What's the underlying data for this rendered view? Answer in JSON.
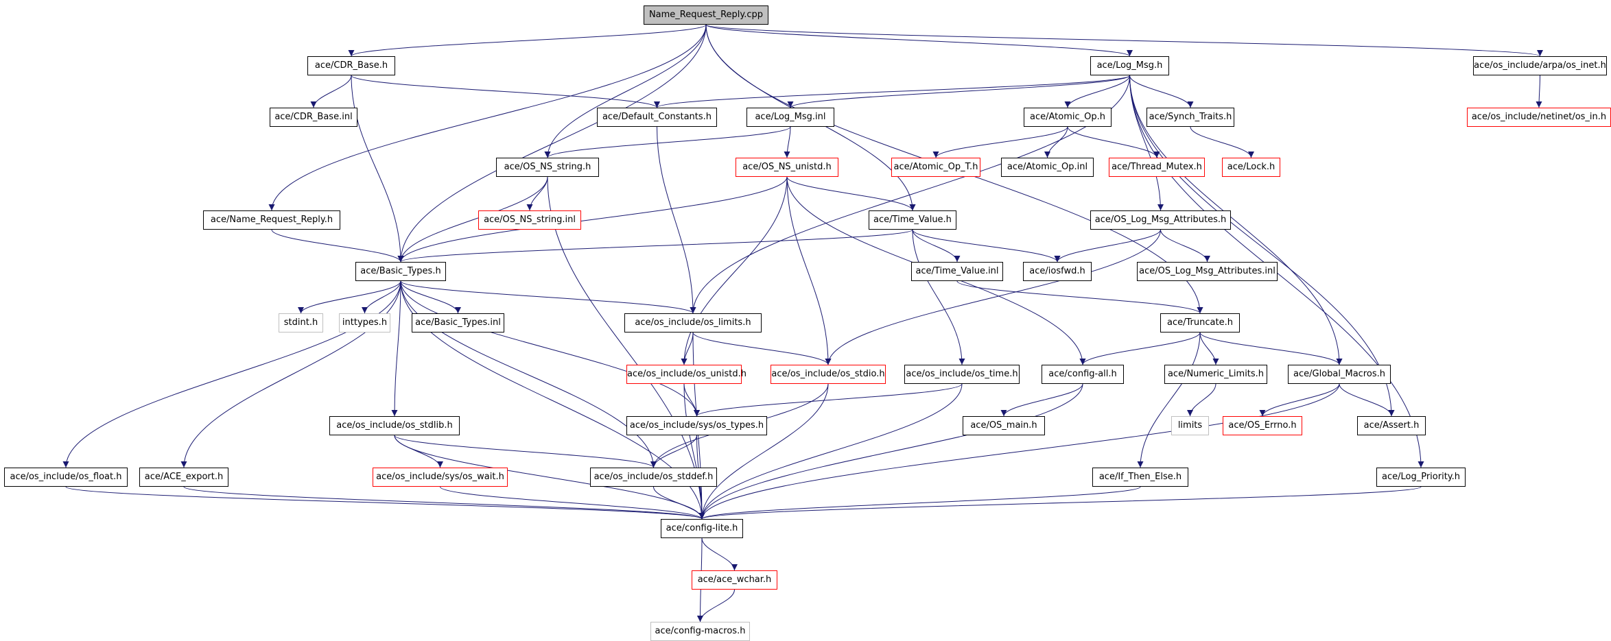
{
  "diagram": {
    "title": "Name_Request_Reply.cpp",
    "edge_color": "#191970",
    "colors": {
      "root_fill": "#bfbfbf",
      "box": "#000000",
      "missing": "#ff0000",
      "external": "#bfbfbf"
    },
    "nodes": [
      {
        "id": "root",
        "label": "Name_Request_Reply.cpp",
        "kind": "root"
      },
      {
        "id": "cdr_base_h",
        "label": "ace/CDR_Base.h",
        "kind": "normal"
      },
      {
        "id": "log_msg_h",
        "label": "ace/Log_Msg.h",
        "kind": "normal"
      },
      {
        "id": "arpa_inet_h",
        "label": "ace/os_include/arpa/os_inet.h",
        "kind": "normal"
      },
      {
        "id": "cdr_base_inl",
        "label": "ace/CDR_Base.inl",
        "kind": "normal"
      },
      {
        "id": "default_constants",
        "label": "ace/Default_Constants.h",
        "kind": "normal"
      },
      {
        "id": "log_msg_inl",
        "label": "ace/Log_Msg.inl",
        "kind": "normal"
      },
      {
        "id": "atomic_op_h",
        "label": "ace/Atomic_Op.h",
        "kind": "normal"
      },
      {
        "id": "synch_traits",
        "label": "ace/Synch_Traits.h",
        "kind": "normal"
      },
      {
        "id": "netinet_in",
        "label": "ace/os_include/netinet/os_in.h",
        "kind": "missing"
      },
      {
        "id": "os_ns_string_h",
        "label": "ace/OS_NS_string.h",
        "kind": "normal"
      },
      {
        "id": "os_ns_unistd_h",
        "label": "ace/OS_NS_unistd.h",
        "kind": "missing"
      },
      {
        "id": "atomic_op_t",
        "label": "ace/Atomic_Op_T.h",
        "kind": "missing"
      },
      {
        "id": "atomic_op_inl",
        "label": "ace/Atomic_Op.inl",
        "kind": "normal"
      },
      {
        "id": "thread_mutex",
        "label": "ace/Thread_Mutex.h",
        "kind": "missing"
      },
      {
        "id": "lock_h",
        "label": "ace/Lock.h",
        "kind": "missing"
      },
      {
        "id": "name_request_reply_h",
        "label": "ace/Name_Request_Reply.h",
        "kind": "normal"
      },
      {
        "id": "os_ns_string_inl",
        "label": "ace/OS_NS_string.inl",
        "kind": "missing"
      },
      {
        "id": "time_value_h",
        "label": "ace/Time_Value.h",
        "kind": "normal"
      },
      {
        "id": "os_log_msg_attr_h",
        "label": "ace/OS_Log_Msg_Attributes.h",
        "kind": "normal"
      },
      {
        "id": "basic_types_h",
        "label": "ace/Basic_Types.h",
        "kind": "normal"
      },
      {
        "id": "time_value_inl",
        "label": "ace/Time_Value.inl",
        "kind": "normal"
      },
      {
        "id": "iosfwd",
        "label": "ace/iosfwd.h",
        "kind": "normal"
      },
      {
        "id": "os_log_msg_attr_inl",
        "label": "ace/OS_Log_Msg_Attributes.inl",
        "kind": "normal"
      },
      {
        "id": "stdint",
        "label": "stdint.h",
        "kind": "external"
      },
      {
        "id": "inttypes",
        "label": "inttypes.h",
        "kind": "external"
      },
      {
        "id": "basic_types_inl",
        "label": "ace/Basic_Types.inl",
        "kind": "normal"
      },
      {
        "id": "os_limits",
        "label": "ace/os_include/os_limits.h",
        "kind": "normal"
      },
      {
        "id": "truncate",
        "label": "ace/Truncate.h",
        "kind": "normal"
      },
      {
        "id": "os_unistd",
        "label": "ace/os_include/os_unistd.h",
        "kind": "missing"
      },
      {
        "id": "os_stdio",
        "label": "ace/os_include/os_stdio.h",
        "kind": "missing"
      },
      {
        "id": "os_time",
        "label": "ace/os_include/os_time.h",
        "kind": "normal"
      },
      {
        "id": "config_all",
        "label": "ace/config-all.h",
        "kind": "normal"
      },
      {
        "id": "numeric_limits",
        "label": "ace/Numeric_Limits.h",
        "kind": "normal"
      },
      {
        "id": "global_macros",
        "label": "ace/Global_Macros.h",
        "kind": "normal"
      },
      {
        "id": "os_stdlib",
        "label": "ace/os_include/os_stdlib.h",
        "kind": "normal"
      },
      {
        "id": "sys_os_types",
        "label": "ace/os_include/sys/os_types.h",
        "kind": "normal"
      },
      {
        "id": "os_main",
        "label": "ace/OS_main.h",
        "kind": "normal"
      },
      {
        "id": "limits",
        "label": "limits",
        "kind": "external"
      },
      {
        "id": "os_errno",
        "label": "ace/OS_Errno.h",
        "kind": "missing"
      },
      {
        "id": "assert_h",
        "label": "ace/Assert.h",
        "kind": "normal"
      },
      {
        "id": "os_float",
        "label": "ace/os_include/os_float.h",
        "kind": "normal"
      },
      {
        "id": "ace_export",
        "label": "ace/ACE_export.h",
        "kind": "normal"
      },
      {
        "id": "sys_os_wait",
        "label": "ace/os_include/sys/os_wait.h",
        "kind": "missing"
      },
      {
        "id": "os_stddef",
        "label": "ace/os_include/os_stddef.h",
        "kind": "normal"
      },
      {
        "id": "if_then_else",
        "label": "ace/If_Then_Else.h",
        "kind": "normal"
      },
      {
        "id": "log_priority",
        "label": "ace/Log_Priority.h",
        "kind": "normal"
      },
      {
        "id": "config_lite",
        "label": "ace/config-lite.h",
        "kind": "normal"
      },
      {
        "id": "ace_wchar",
        "label": "ace/ace_wchar.h",
        "kind": "missing"
      },
      {
        "id": "config_macros",
        "label": "ace/config-macros.h",
        "kind": "external"
      }
    ],
    "edges": [
      [
        "root",
        "cdr_base_h"
      ],
      [
        "root",
        "log_msg_h"
      ],
      [
        "root",
        "arpa_inet_h"
      ],
      [
        "root",
        "name_request_reply_h"
      ],
      [
        "root",
        "os_ns_string_h"
      ],
      [
        "root",
        "time_value_h"
      ],
      [
        "root",
        "basic_types_h"
      ],
      [
        "root",
        "truncate"
      ],
      [
        "cdr_base_h",
        "cdr_base_inl"
      ],
      [
        "cdr_base_h",
        "default_constants"
      ],
      [
        "cdr_base_h",
        "basic_types_h"
      ],
      [
        "arpa_inet_h",
        "netinet_in"
      ],
      [
        "log_msg_h",
        "default_constants"
      ],
      [
        "log_msg_h",
        "log_msg_inl"
      ],
      [
        "log_msg_h",
        "atomic_op_h"
      ],
      [
        "log_msg_h",
        "synch_traits"
      ],
      [
        "log_msg_h",
        "os_log_msg_attr_h"
      ],
      [
        "log_msg_h",
        "os_limits"
      ],
      [
        "log_msg_h",
        "global_macros"
      ],
      [
        "log_msg_h",
        "assert_h"
      ],
      [
        "log_msg_h",
        "log_priority"
      ],
      [
        "log_msg_inl",
        "os_ns_string_h"
      ],
      [
        "log_msg_inl",
        "os_ns_unistd_h"
      ],
      [
        "atomic_op_h",
        "atomic_op_t"
      ],
      [
        "atomic_op_h",
        "atomic_op_inl"
      ],
      [
        "atomic_op_h",
        "thread_mutex"
      ],
      [
        "synch_traits",
        "lock_h"
      ],
      [
        "default_constants",
        "os_limits"
      ],
      [
        "os_ns_string_h",
        "os_ns_string_inl"
      ],
      [
        "os_ns_string_h",
        "basic_types_h"
      ],
      [
        "os_ns_string_h",
        "config_lite"
      ],
      [
        "os_ns_unistd_h",
        "basic_types_h"
      ],
      [
        "os_ns_unistd_h",
        "time_value_h"
      ],
      [
        "os_ns_unistd_h",
        "os_unistd"
      ],
      [
        "os_ns_unistd_h",
        "os_stdio"
      ],
      [
        "os_ns_unistd_h",
        "config_all"
      ],
      [
        "name_request_reply_h",
        "basic_types_h"
      ],
      [
        "time_value_h",
        "basic_types_h"
      ],
      [
        "time_value_h",
        "time_value_inl"
      ],
      [
        "time_value_h",
        "iosfwd"
      ],
      [
        "time_value_h",
        "os_time"
      ],
      [
        "os_log_msg_attr_h",
        "iosfwd"
      ],
      [
        "os_log_msg_attr_h",
        "os_log_msg_attr_inl"
      ],
      [
        "os_log_msg_attr_h",
        "os_stdio"
      ],
      [
        "time_value_inl",
        "truncate"
      ],
      [
        "basic_types_h",
        "stdint"
      ],
      [
        "basic_types_h",
        "inttypes"
      ],
      [
        "basic_types_h",
        "basic_types_inl"
      ],
      [
        "basic_types_h",
        "os_limits"
      ],
      [
        "basic_types_h",
        "sys_os_types"
      ],
      [
        "basic_types_h",
        "os_stdlib"
      ],
      [
        "basic_types_h",
        "os_float"
      ],
      [
        "basic_types_h",
        "ace_export"
      ],
      [
        "basic_types_h",
        "os_stddef"
      ],
      [
        "basic_types_h",
        "config_lite"
      ],
      [
        "os_limits",
        "os_unistd"
      ],
      [
        "os_limits",
        "os_stdio"
      ],
      [
        "os_limits",
        "config_lite"
      ],
      [
        "os_unistd",
        "sys_os_types"
      ],
      [
        "os_unistd",
        "config_lite"
      ],
      [
        "os_stdio",
        "os_stddef"
      ],
      [
        "os_stdio",
        "config_lite"
      ],
      [
        "os_time",
        "sys_os_types"
      ],
      [
        "os_time",
        "config_lite"
      ],
      [
        "config_all",
        "os_main"
      ],
      [
        "config_all",
        "config_lite"
      ],
      [
        "truncate",
        "config_all"
      ],
      [
        "truncate",
        "numeric_limits"
      ],
      [
        "truncate",
        "global_macros"
      ],
      [
        "truncate",
        "if_then_else"
      ],
      [
        "numeric_limits",
        "limits"
      ],
      [
        "global_macros",
        "os_errno"
      ],
      [
        "global_macros",
        "assert_h"
      ],
      [
        "global_macros",
        "config_lite"
      ],
      [
        "os_stdlib",
        "sys_os_wait"
      ],
      [
        "os_stdlib",
        "os_stddef"
      ],
      [
        "os_stdlib",
        "config_lite"
      ],
      [
        "sys_os_types",
        "os_stddef"
      ],
      [
        "sys_os_types",
        "config_lite"
      ],
      [
        "sys_os_wait",
        "config_lite"
      ],
      [
        "os_stddef",
        "config_lite"
      ],
      [
        "os_float",
        "config_lite"
      ],
      [
        "ace_export",
        "config_lite"
      ],
      [
        "if_then_else",
        "config_lite"
      ],
      [
        "log_priority",
        "config_lite"
      ],
      [
        "config_lite",
        "ace_wchar"
      ],
      [
        "config_lite",
        "config_macros"
      ],
      [
        "ace_wchar",
        "config_macros"
      ]
    ]
  }
}
